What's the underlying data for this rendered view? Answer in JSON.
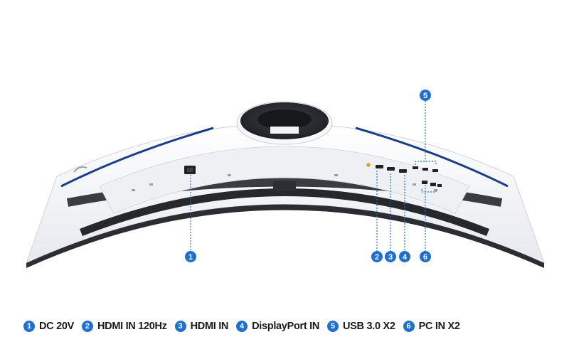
{
  "colors": {
    "accent": "#1e6fd4",
    "monitor_body": "#f4f6f8",
    "stand_dark": "#2a2c31",
    "vent": "#222428",
    "accent_strip": "#1b3e8c"
  },
  "callouts": [
    {
      "number": "1",
      "label": "DC 20V"
    },
    {
      "number": "2",
      "label": "HDMI IN 120Hz"
    },
    {
      "number": "3",
      "label": "HDMI IN"
    },
    {
      "number": "4",
      "label": "DisplayPort IN"
    },
    {
      "number": "5",
      "label": "USB 3.0 X2"
    },
    {
      "number": "6",
      "label": "PC IN X2"
    }
  ]
}
